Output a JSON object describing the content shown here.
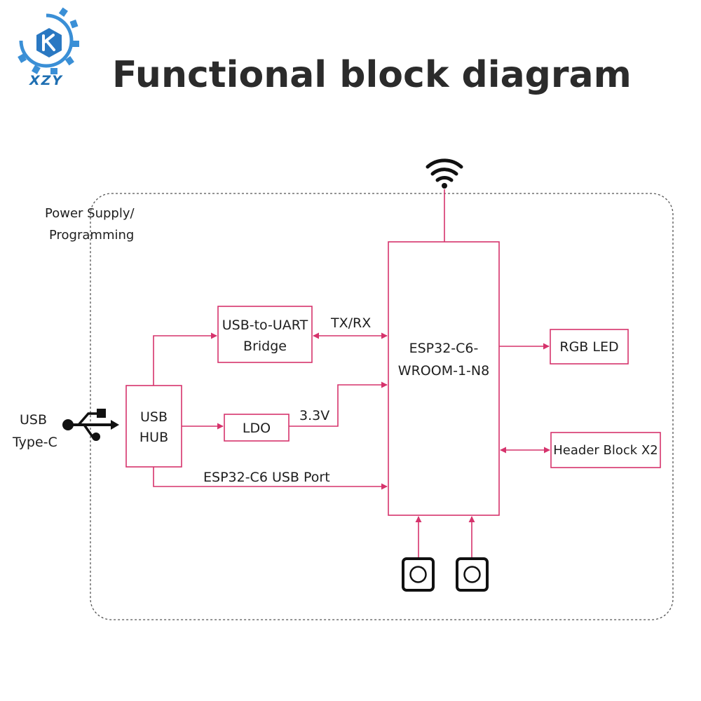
{
  "header": {
    "logo_text": "XZY",
    "title": "Functional block diagram"
  },
  "diagram": {
    "group_label_line1": "Power Supply/",
    "group_label_line2": "Programming",
    "usb_typec_line1": "USB",
    "usb_typec_line2": "Type-C",
    "usb_hub_line1": "USB",
    "usb_hub_line2": "HUB",
    "uart_line1": "USB-to-UART",
    "uart_line2": "Bridge",
    "ldo": "LDO",
    "voltage": "3.3V",
    "txrx": "TX/RX",
    "usb_port": "ESP32-C6 USB Port",
    "mcu_line1": "ESP32-C6-",
    "mcu_line2": "WROOM-1-N8",
    "rgb_led": "RGB LED",
    "header_block": "Header Block X2"
  },
  "icons": {
    "logo": "gear-logo-icon",
    "wifi": "wifi-icon",
    "usb": "usb-icon",
    "button": "push-button-icon"
  },
  "colors": {
    "accent": "#d6336c",
    "brand": "#1f6fb2",
    "text": "#1e1e1e"
  }
}
